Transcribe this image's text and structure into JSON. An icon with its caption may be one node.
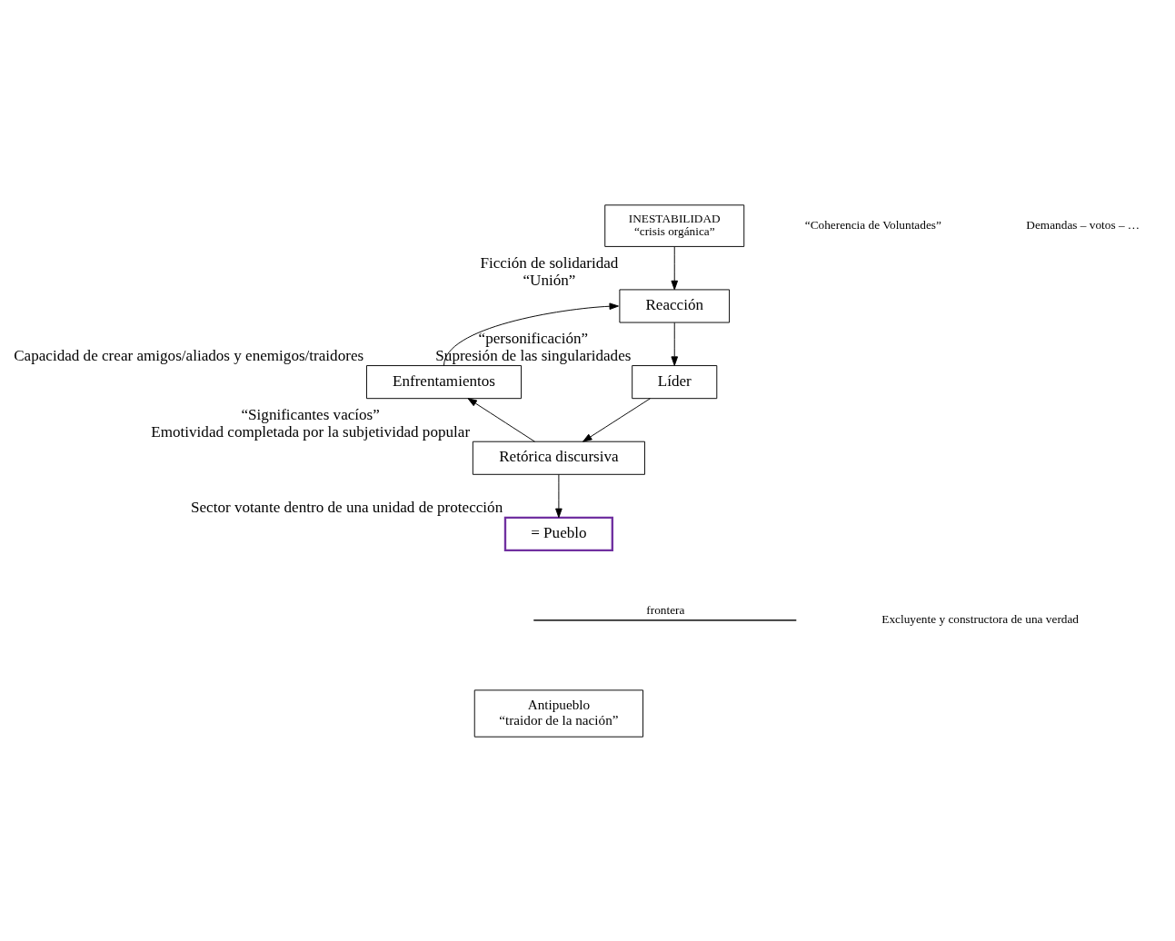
{
  "diagram": {
    "nodes": [
      {
        "text": [
          "INESTABILIDAD",
          "“crisis orgánica”"
        ]
      },
      {
        "text": [
          "Reacción"
        ],
        "beside": [
          "Ficción de solidaridad",
          "“Unión”"
        ]
      },
      {
        "text": [
          "Líder"
        ],
        "beside": [
          "“personificación”",
          "Supresión de las singularidades"
        ]
      },
      {
        "text": [
          "Retórica discursiva"
        ],
        "beside": [
          "“Significantes vacíos”",
          "Emotividad completada por la subjetividad popular"
        ]
      },
      {
        "text": [
          "Enfrentamientos"
        ],
        "beside": [
          "Capacidad de crear amigos/aliados y enemigos/traidores"
        ]
      },
      {
        "text": [
          "= Pueblo"
        ],
        "beside": [
          "Sector votante dentro de una unidad de protección"
        ]
      },
      {
        "text": [
          "Antipueblo",
          "“traidor de la nación”"
        ]
      }
    ],
    "edges": [
      {
        "from": 0,
        "to": 1,
        "arrow": "to"
      },
      {
        "from": 1,
        "to": 2,
        "arrow": "to"
      },
      {
        "from": 2,
        "to": 3,
        "arrow": "to"
      },
      {
        "from": 3,
        "to": 4,
        "arrow": "to"
      },
      {
        "from": 4,
        "to": 1,
        "arrow": "to"
      },
      {
        "from": 3,
        "to": 5,
        "arrow": "to"
      }
    ],
    "labels": [
      "“Coherencia de Voluntades”",
      "Demandas – votos – …",
      "Excluyente y constructora de una verdad",
      "frontera"
    ]
  }
}
